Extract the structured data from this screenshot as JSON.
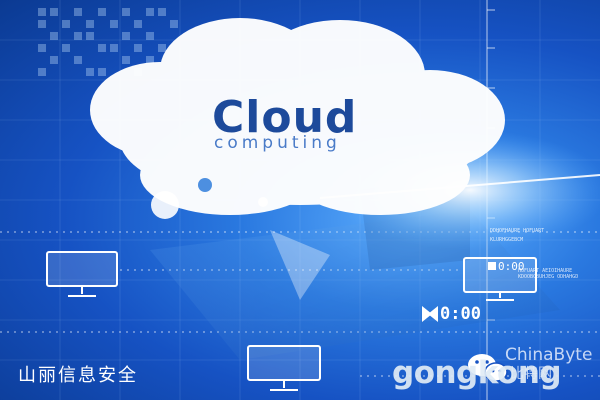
{
  "cloud": {
    "title": "Cloud",
    "subtitle": "computing"
  },
  "caption": "山丽信息安全",
  "timers": {
    "small": "0:00",
    "large": "0:00"
  },
  "watermark": {
    "site": "gongkong",
    "brand": "ChinaByte",
    "brand_cn": "比特网"
  },
  "tiny_labels": [
    "DDHOFHAURE HOFUART",
    "KLURHGGEBCM",
    "HOFUART AEIOIHAURE KDOOBCBUHJEG ODHAHGD"
  ],
  "colors": {
    "background": "#1652c3",
    "cloud": "#ffffff",
    "cloud_text": "#1d4a9b",
    "accent": "#5fb0ff"
  },
  "icons": [
    "monitor-icon",
    "wechat-icon",
    "play-icon"
  ]
}
